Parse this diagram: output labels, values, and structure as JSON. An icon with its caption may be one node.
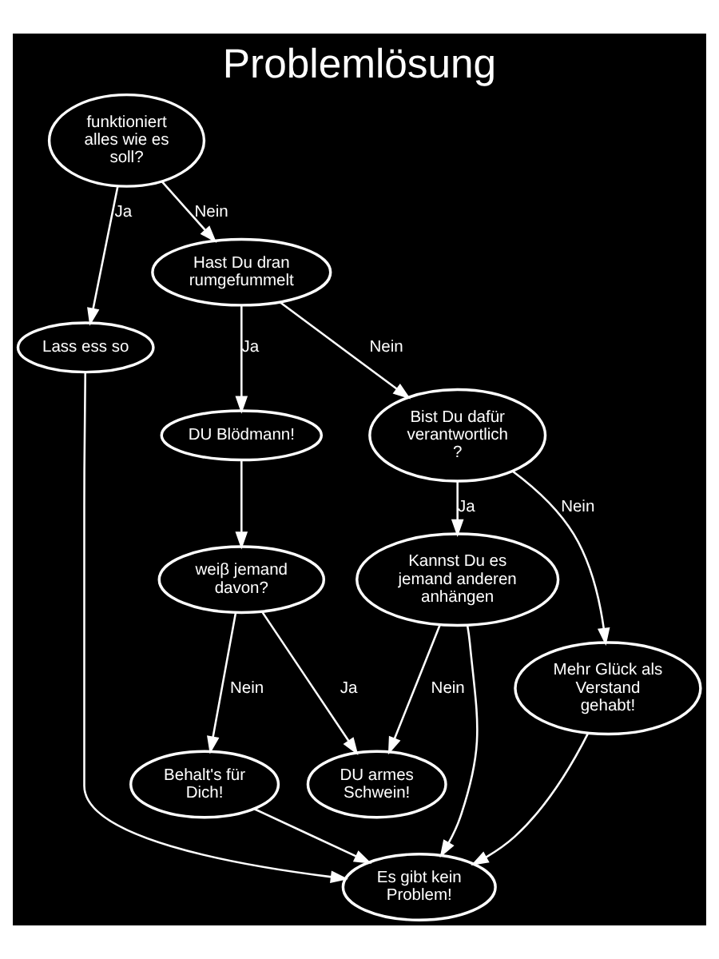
{
  "diagram": {
    "title": "Problemlösung",
    "nodes": [
      {
        "text": [
          "funktioniert alles wie es soll?"
        ]
      },
      {
        "text": [
          "Lass ess so"
        ]
      },
      {
        "text": [
          "Hast Du dran rumgefummelt"
        ]
      },
      {
        "text": [
          "DU Blödmann!"
        ]
      },
      {
        "text": [
          "weiβ jemand davon?"
        ]
      },
      {
        "text": [
          "Bist Du dafür verantwortlich?"
        ]
      },
      {
        "text": [
          "DU armes Schwein!"
        ]
      },
      {
        "text": [
          "Behalt's für Dich!"
        ]
      },
      {
        "text": [
          "Mehr Glück als Verstand gehabt!"
        ]
      },
      {
        "text": [
          "Kannst Du es jemand anderen anhängen"
        ]
      },
      {
        "text": [
          "Es gibt kein Problem!"
        ]
      }
    ],
    "edges": [
      {
        "from": 0,
        "to": 1,
        "arrow": "to",
        "label": "Ja"
      },
      {
        "from": 0,
        "to": 2,
        "arrow": "to",
        "label": "Nein"
      },
      {
        "from": 2,
        "to": 3,
        "arrow": "to",
        "label": "Ja"
      },
      {
        "from": 2,
        "to": 5,
        "arrow": "to",
        "label": "Nein"
      },
      {
        "from": 3,
        "to": 4,
        "arrow": "to"
      },
      {
        "from": 4,
        "to": 7,
        "arrow": "to",
        "label": "Nein"
      },
      {
        "from": 4,
        "to": 6,
        "arrow": "to",
        "label": "Ja"
      },
      {
        "from": 5,
        "to": 8,
        "arrow": "to",
        "label": "Nein"
      },
      {
        "from": 5,
        "to": 9,
        "arrow": "to",
        "label": "Ja"
      },
      {
        "from": 9,
        "to": 6,
        "arrow": "to",
        "label": "Nein"
      },
      {
        "from": 9,
        "to": 10,
        "arrow": "to"
      },
      {
        "from": 1,
        "to": 10,
        "arrow": "to"
      },
      {
        "from": 7,
        "to": 10,
        "arrow": "to"
      },
      {
        "from": 8,
        "to": 10,
        "arrow": "to"
      }
    ]
  }
}
